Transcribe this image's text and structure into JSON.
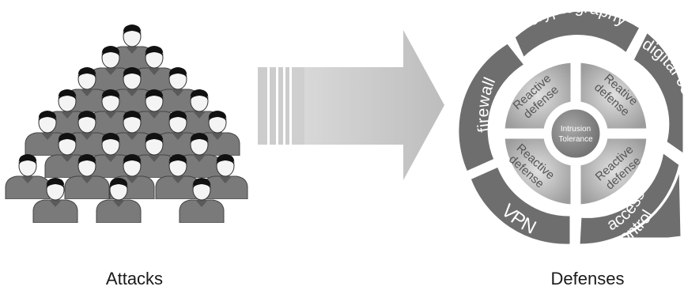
{
  "labels": {
    "attacks": "Attacks",
    "defenses": "Defenses"
  },
  "outer_ring": {
    "cryptography": "cryptography",
    "digital_certificate": "digital certificate",
    "firewall": "firewall",
    "vpn": "VPN",
    "access_control_line1": "access",
    "access_control_line2": "control"
  },
  "inner_ring": {
    "top_left": [
      "Reactive",
      "defense"
    ],
    "top_right": [
      "Reative",
      "defense"
    ],
    "bottom_left": [
      "Reactive",
      "defense"
    ],
    "bottom_right": [
      "Reactive",
      "defense"
    ]
  },
  "center": {
    "line1": "Intrusion",
    "line2": "Tolerance"
  },
  "colors": {
    "outer_segment": "#6e6e6e",
    "inner_segment": "#b4b4b4",
    "center": "#8a8a8a",
    "arrow": "#c4c4c4",
    "person_body": "#777777",
    "person_head": "#111111",
    "person_face": "#f4f4f4"
  },
  "attackers_count": 27
}
